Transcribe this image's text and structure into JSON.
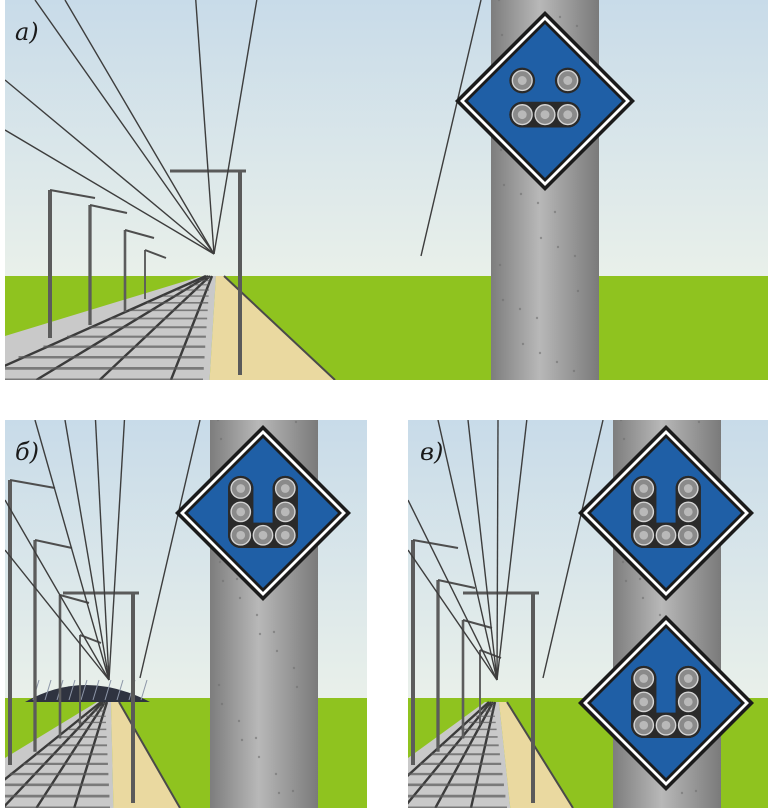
{
  "panels": [
    {
      "id": "a",
      "label": "а)",
      "signs": [
        {
          "pattern": "upper-outer-pair-and-lower-row-of-three"
        }
      ]
    },
    {
      "id": "b",
      "label": "б)",
      "signs": [
        {
          "pattern": "u-shape"
        }
      ]
    },
    {
      "id": "c",
      "label": "в)",
      "signs": [
        {
          "pattern": "u-shape"
        },
        {
          "pattern": "u-shape"
        }
      ]
    }
  ],
  "colors": {
    "sky_top": "#c8dbe9",
    "sky_bottom": "#e9f0ea",
    "grass": "#8fc31f",
    "platform": "#ead9a0",
    "ballast": "#c9c9c9",
    "pole": "#9a9a9a",
    "sign_blue": "#1f5fa6",
    "sign_border": "#1b1b1b",
    "lamp": "#8a8a8a",
    "lamp_group": "#2a2a2a"
  },
  "icons": {
    "sign": "blue-diamond-signal-sign-icon",
    "lamp": "signal-lamp-icon",
    "mast": "catenary-mast-icon"
  }
}
